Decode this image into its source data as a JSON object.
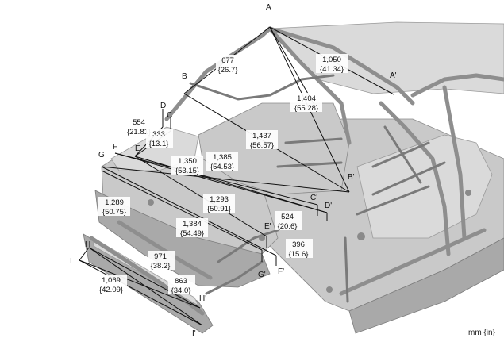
{
  "diagram": {
    "units_label": "mm {in}",
    "points": {
      "A": "A",
      "A_prime": "A'",
      "B": "B",
      "B_prime": "B'",
      "C": "C",
      "C_prime": "C'",
      "D": "D",
      "D_prime": "D'",
      "E": "E",
      "E_prime": "E'",
      "F": "F",
      "F_prime": "F'",
      "G": "G",
      "G_prime": "G'",
      "H": "H",
      "H_prime": "H'",
      "I": "I",
      "I_prime": "I'"
    },
    "dimensions": [
      {
        "id": "a-b",
        "mm": "677",
        "in": "{26.7}"
      },
      {
        "id": "a-a",
        "mm": "1,050",
        "in": "{41.34}"
      },
      {
        "id": "a-bp",
        "mm": "1,404",
        "in": "{55.28}"
      },
      {
        "id": "b-bp",
        "mm": "1,437",
        "in": "{56.57}"
      },
      {
        "id": "d-c",
        "mm": "554",
        "in": "{21.81}"
      },
      {
        "id": "c-e",
        "mm": "333",
        "in": "{13.1}"
      },
      {
        "id": "f-cp",
        "mm": "1,350",
        "in": "{53.15}"
      },
      {
        "id": "e-dp",
        "mm": "1,385",
        "in": "{54.53}"
      },
      {
        "id": "g-fp",
        "mm": "1,289",
        "in": "{50.75}"
      },
      {
        "id": "e-gp",
        "mm": "1,293",
        "in": "{50.91}"
      },
      {
        "id": "g-ep",
        "mm": "1,384",
        "in": "{54.49}"
      },
      {
        "id": "cp-dp",
        "mm": "524",
        "in": "{20.6}"
      },
      {
        "id": "gp-fp",
        "mm": "396",
        "in": "{15.6}"
      },
      {
        "id": "h-ip",
        "mm": "971",
        "in": "{38.2}"
      },
      {
        "id": "i-hp",
        "mm": "863",
        "in": "{34.0}"
      },
      {
        "id": "i-ip",
        "mm": "1,069",
        "in": "{42.09}"
      }
    ]
  }
}
